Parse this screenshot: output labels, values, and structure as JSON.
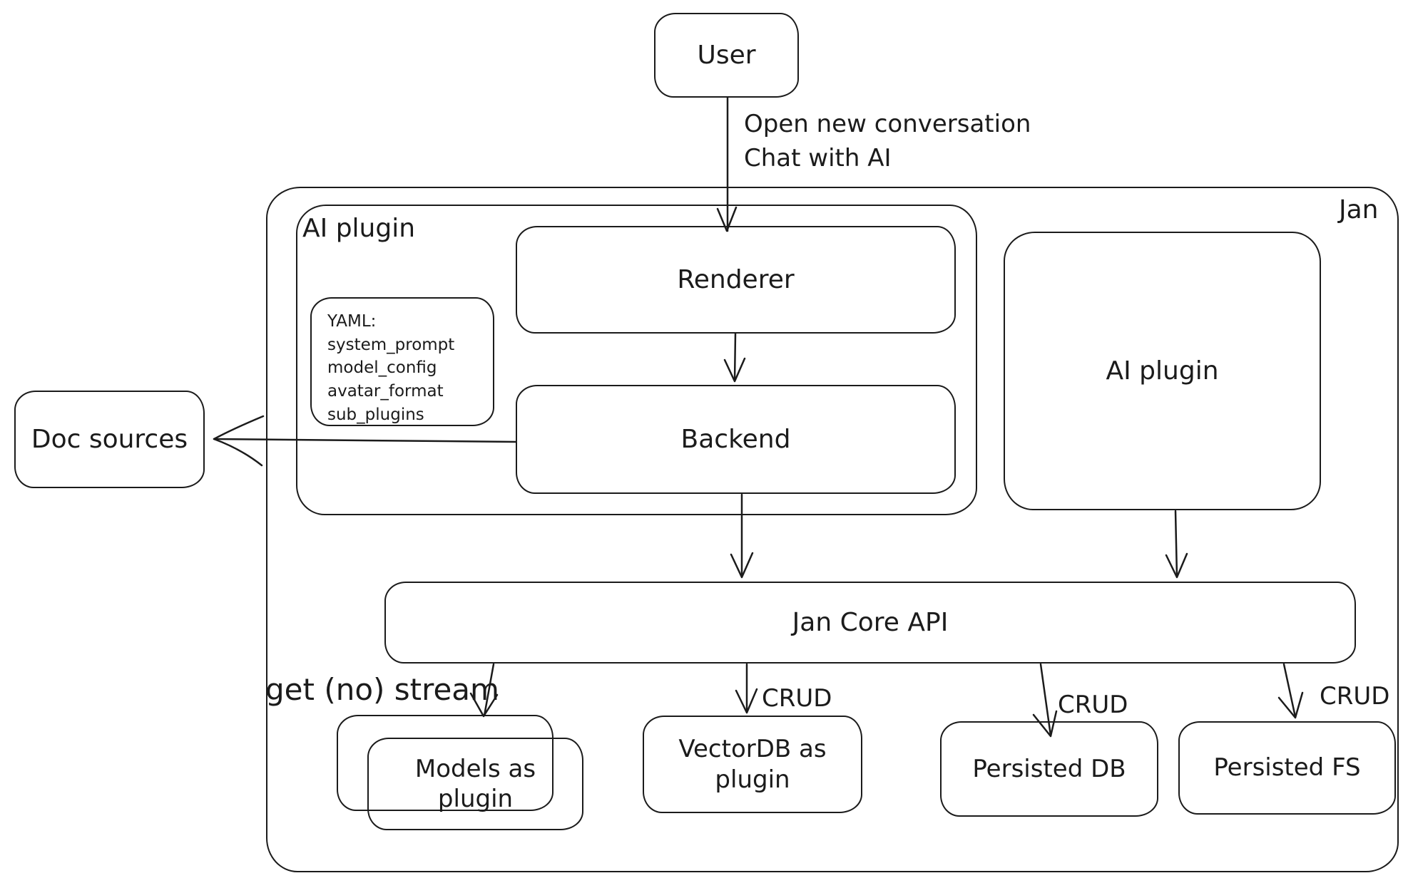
{
  "diagram": {
    "nodes": {
      "user": "User",
      "jan": "Jan",
      "ai_plugin_group": "AI plugin",
      "renderer": "Renderer",
      "backend": "Backend",
      "doc_sources": "Doc sources",
      "ai_plugin_right": "AI plugin",
      "jan_core_api": "Jan Core API",
      "models_as_plugin": "Models as plugin",
      "vectordb_as_plugin": "VectorDB as plugin",
      "persisted_db": "Persisted DB",
      "persisted_fs": "Persisted FS"
    },
    "yaml_note": {
      "title": "YAML:",
      "lines": [
        "system_prompt",
        "model_config",
        "avatar_format",
        "sub_plugins"
      ]
    },
    "edge_labels": {
      "user_flow_line1": "Open new conversation",
      "user_flow_line2": "Chat with AI",
      "get_no_stream": "get (no) stream",
      "crud_vectordb": "CRUD",
      "crud_persisted_db": "CRUD",
      "crud_persisted_fs": "CRUD"
    },
    "colors": {
      "stroke": "#1b1b1b",
      "background": "#ffffff"
    }
  }
}
